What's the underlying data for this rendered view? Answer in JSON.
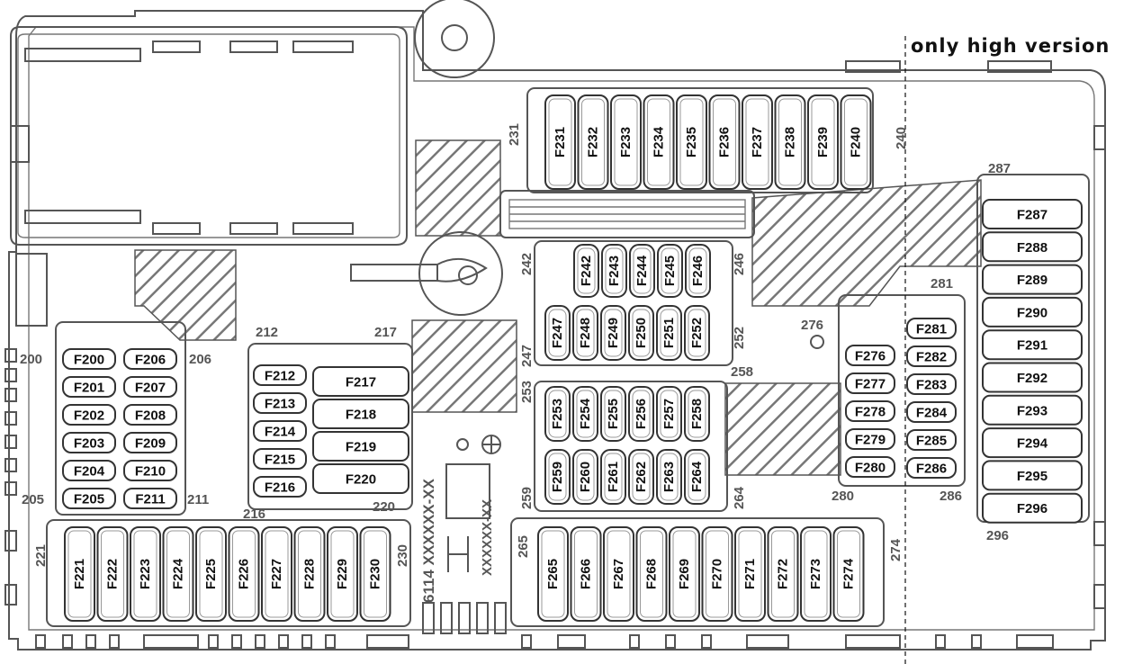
{
  "header": {
    "note": "only high version"
  },
  "labels": {
    "g200": "200",
    "g205": "205",
    "g206": "206",
    "g211": "211",
    "g212": "212",
    "g216": "216",
    "g217": "217",
    "g220": "220",
    "g221": "221",
    "g230": "230",
    "g231": "231",
    "g240": "240",
    "g242": "242",
    "g246": "246",
    "g247": "247",
    "g252": "252",
    "g253": "253",
    "g258": "258",
    "g259": "259",
    "g264": "264",
    "g265": "265",
    "g274": "274",
    "g276": "276",
    "g280": "280",
    "g281": "281",
    "g286": "286",
    "g287": "287",
    "g296": "296"
  },
  "part_number": "6114 XXXXXX-XX",
  "part_code": "XXXXXX-XX",
  "fuses": {
    "f200": "F200",
    "f201": "F201",
    "f202": "F202",
    "f203": "F203",
    "f204": "F204",
    "f205": "F205",
    "f206": "F206",
    "f207": "F207",
    "f208": "F208",
    "f209": "F209",
    "f210": "F210",
    "f211": "F211",
    "f212": "F212",
    "f213": "F213",
    "f214": "F214",
    "f215": "F215",
    "f216": "F216",
    "f217": "F217",
    "f218": "F218",
    "f219": "F219",
    "f220": "F220",
    "f221": "F221",
    "f222": "F222",
    "f223": "F223",
    "f224": "F224",
    "f225": "F225",
    "f226": "F226",
    "f227": "F227",
    "f228": "F228",
    "f229": "F229",
    "f230": "F230",
    "f231": "F231",
    "f232": "F232",
    "f233": "F233",
    "f234": "F234",
    "f235": "F235",
    "f236": "F236",
    "f237": "F237",
    "f238": "F238",
    "f239": "F239",
    "f240": "F240",
    "f242": "F242",
    "f243": "F243",
    "f244": "F244",
    "f245": "F245",
    "f246": "F246",
    "f247": "F247",
    "f248": "F248",
    "f249": "F249",
    "f250": "F250",
    "f251": "F251",
    "f252": "F252",
    "f253": "F253",
    "f254": "F254",
    "f255": "F255",
    "f256": "F256",
    "f257": "F257",
    "f258": "F258",
    "f259": "F259",
    "f260": "F260",
    "f261": "F261",
    "f262": "F262",
    "f263": "F263",
    "f264": "F264",
    "f265": "F265",
    "f266": "F266",
    "f267": "F267",
    "f268": "F268",
    "f269": "F269",
    "f270": "F270",
    "f271": "F271",
    "f272": "F272",
    "f273": "F273",
    "f274": "F274",
    "f276": "F276",
    "f277": "F277",
    "f278": "F278",
    "f279": "F279",
    "f280": "F280",
    "f281": "F281",
    "f282": "F282",
    "f283": "F283",
    "f284": "F284",
    "f285": "F285",
    "f286": "F286",
    "f287": "F287",
    "f288": "F288",
    "f289": "F289",
    "f290": "F290",
    "f291": "F291",
    "f292": "F292",
    "f293": "F293",
    "f294": "F294",
    "f295": "F295",
    "f296": "F296"
  },
  "colors": {
    "outline": "#555555",
    "text": "#111111",
    "background": "#ffffff"
  }
}
